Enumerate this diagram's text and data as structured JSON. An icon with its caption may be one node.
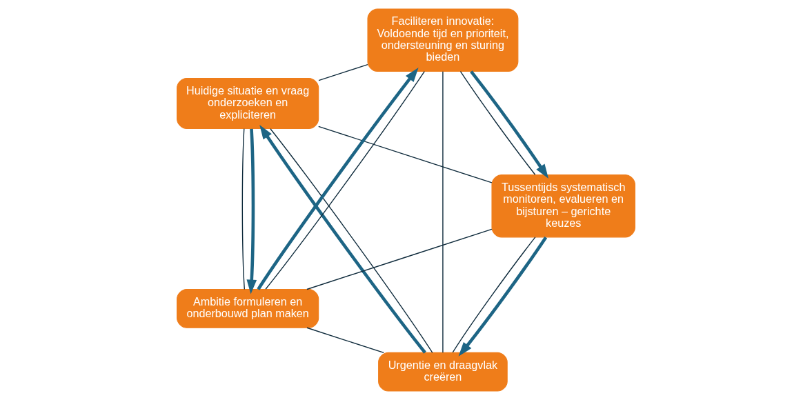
{
  "diagram": {
    "nodes": [
      {
        "text": [
          "Urgentie en draagvlak creëren"
        ]
      },
      {
        "text": [
          "Tussentijds systematisch monitoren, evalueren en bijsturen – gerichte keuzes"
        ]
      },
      {
        "text": [
          "Huidige situatie en vraag onderzoeken en expliciteren"
        ]
      },
      {
        "text": [
          "Faciliteren innovatie: Voldoende tijd en prioriteit, ondersteuning en sturing bieden"
        ]
      },
      {
        "text": [
          "Ambitie formuleren en onderbouwd plan maken"
        ]
      }
    ],
    "edges": [
      {
        "from": 1,
        "to": 0,
        "arrow": "to",
        "style": "thick",
        "color": "#1d6585"
      },
      {
        "from": 0,
        "to": 2,
        "arrow": "to",
        "style": "thick",
        "color": "#1d6585"
      },
      {
        "from": 2,
        "to": 4,
        "arrow": "to",
        "style": "thick",
        "color": "#1d6585"
      },
      {
        "from": 4,
        "to": 3,
        "arrow": "to",
        "style": "thick",
        "color": "#1d6585"
      },
      {
        "from": 3,
        "to": 1,
        "arrow": "to",
        "style": "thick",
        "color": "#1d6585"
      },
      {
        "from": 0,
        "to": 1,
        "arrow": "none"
      },
      {
        "from": 0,
        "to": 2,
        "arrow": "none"
      },
      {
        "from": 0,
        "to": 3,
        "arrow": "none"
      },
      {
        "from": 0,
        "to": 4,
        "arrow": "none"
      },
      {
        "from": 1,
        "to": 2,
        "arrow": "none"
      },
      {
        "from": 1,
        "to": 3,
        "arrow": "none"
      },
      {
        "from": 1,
        "to": 4,
        "arrow": "none"
      },
      {
        "from": 2,
        "to": 3,
        "arrow": "none"
      },
      {
        "from": 2,
        "to": 4,
        "arrow": "none"
      },
      {
        "from": 3,
        "to": 4,
        "arrow": "none"
      }
    ]
  }
}
